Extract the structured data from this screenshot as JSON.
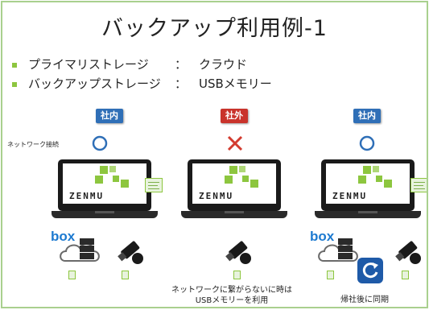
{
  "slide": {
    "title": "バックアップ利用例-1",
    "rows": [
      {
        "label": "プライマリストレージ",
        "sep": "：",
        "value": "クラウド"
      },
      {
        "label": "バックアップストレージ",
        "sep": "：",
        "value": "USBメモリー"
      }
    ],
    "network_label": "ネットワーク接続",
    "scenarios": [
      {
        "badge": "社内",
        "badge_color": "#2f6fb7",
        "status": "circle",
        "caption": ""
      },
      {
        "badge": "社外",
        "badge_color": "#c9332b",
        "status": "cross",
        "caption_line1": "ネットワークに繋がらないに時は",
        "caption_line2": "USBメモリーを利用"
      },
      {
        "badge": "社内",
        "badge_color": "#2f6fb7",
        "status": "circle",
        "caption": "帰社後に同期"
      }
    ],
    "brand_text": "ZENMU",
    "box_logo": "box",
    "accent_green": "#8dc63f",
    "icons": [
      "laptop-icon",
      "cloud-server-icon",
      "usb-drive-icon",
      "file-icon",
      "sync-icon"
    ]
  }
}
